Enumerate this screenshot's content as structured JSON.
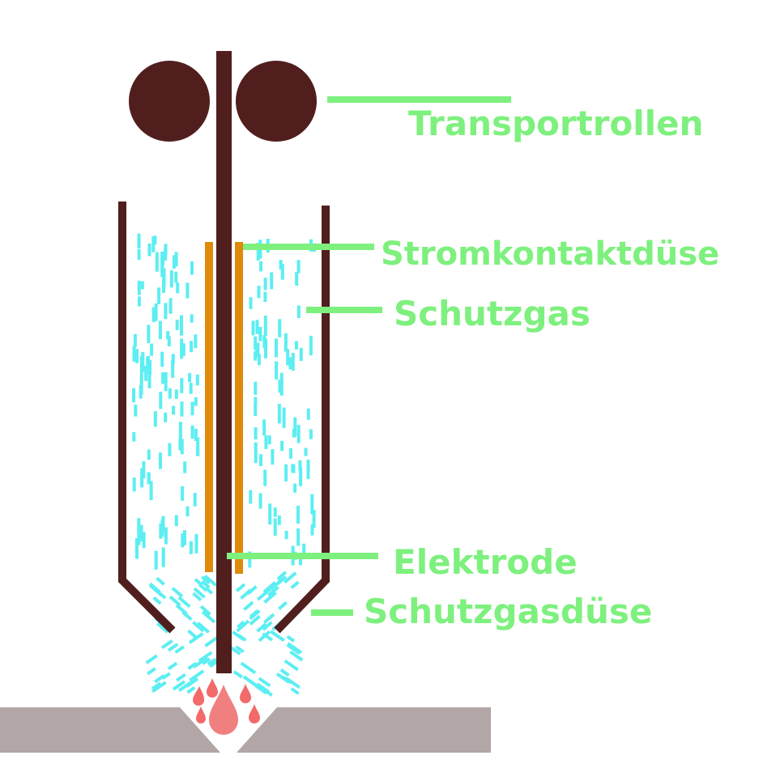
{
  "labels": {
    "transport_rollers": "Transportrollen",
    "contact_tip": "Stromkontaktdüse",
    "shielding_gas": "Schutzgas",
    "electrode": "Elektrode",
    "gas_nozzle": "Schutzgasdüse"
  },
  "colors": {
    "label": "#7ef07e",
    "leader_line": "#7ef07e",
    "torch_body": "#511e1e",
    "contact_tip": "#e08a0c",
    "gas_particles": "#5ceef2",
    "workpiece": "#b3a6a6",
    "weld_droplets": "#f26a6a"
  }
}
